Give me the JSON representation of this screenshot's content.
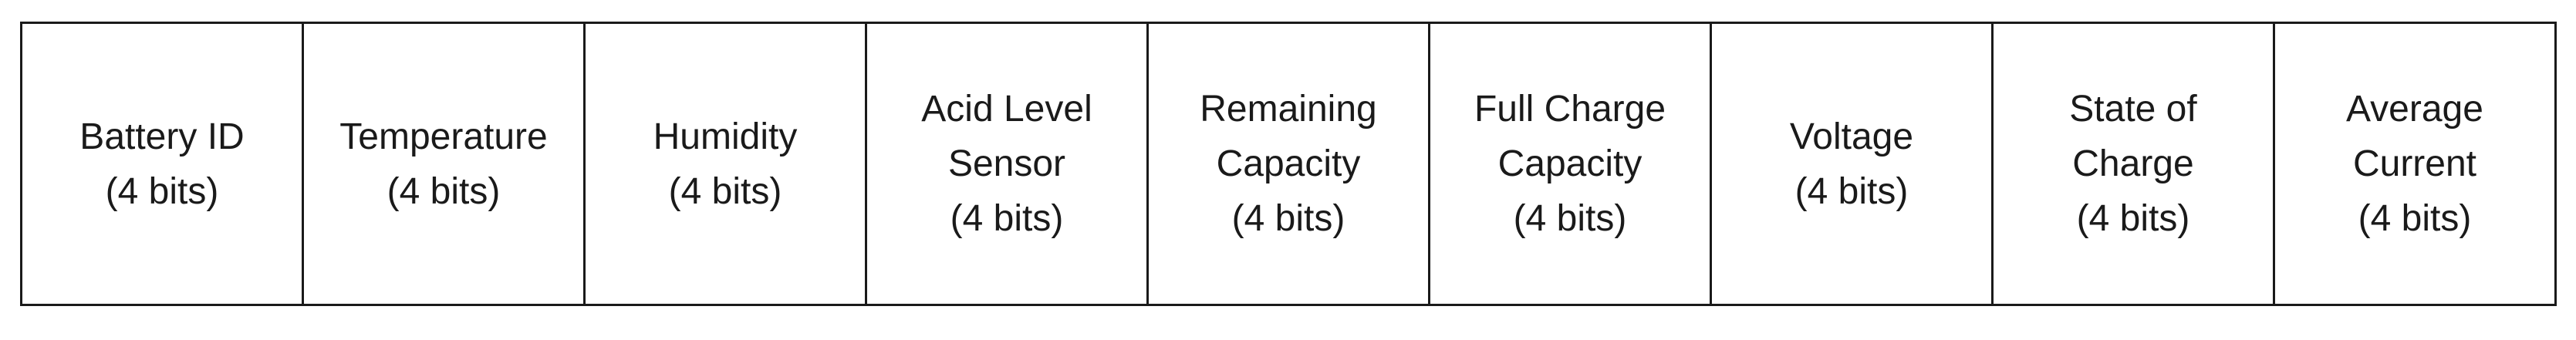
{
  "fields": [
    {
      "lines": [
        "Battery ID",
        "(4 bits)"
      ]
    },
    {
      "lines": [
        "Temperature",
        "(4 bits)"
      ]
    },
    {
      "lines": [
        "Humidity",
        "(4 bits)"
      ]
    },
    {
      "lines": [
        "Acid Level",
        "Sensor",
        "(4 bits)"
      ]
    },
    {
      "lines": [
        "Remaining",
        "Capacity",
        "(4 bits)"
      ]
    },
    {
      "lines": [
        "Full Charge",
        "Capacity",
        "(4 bits)"
      ]
    },
    {
      "lines": [
        "Voltage",
        "(4 bits)"
      ]
    },
    {
      "lines": [
        "State of",
        "Charge",
        "(4 bits)"
      ]
    },
    {
      "lines": [
        "Average",
        "Current",
        "(4 bits)"
      ]
    }
  ]
}
